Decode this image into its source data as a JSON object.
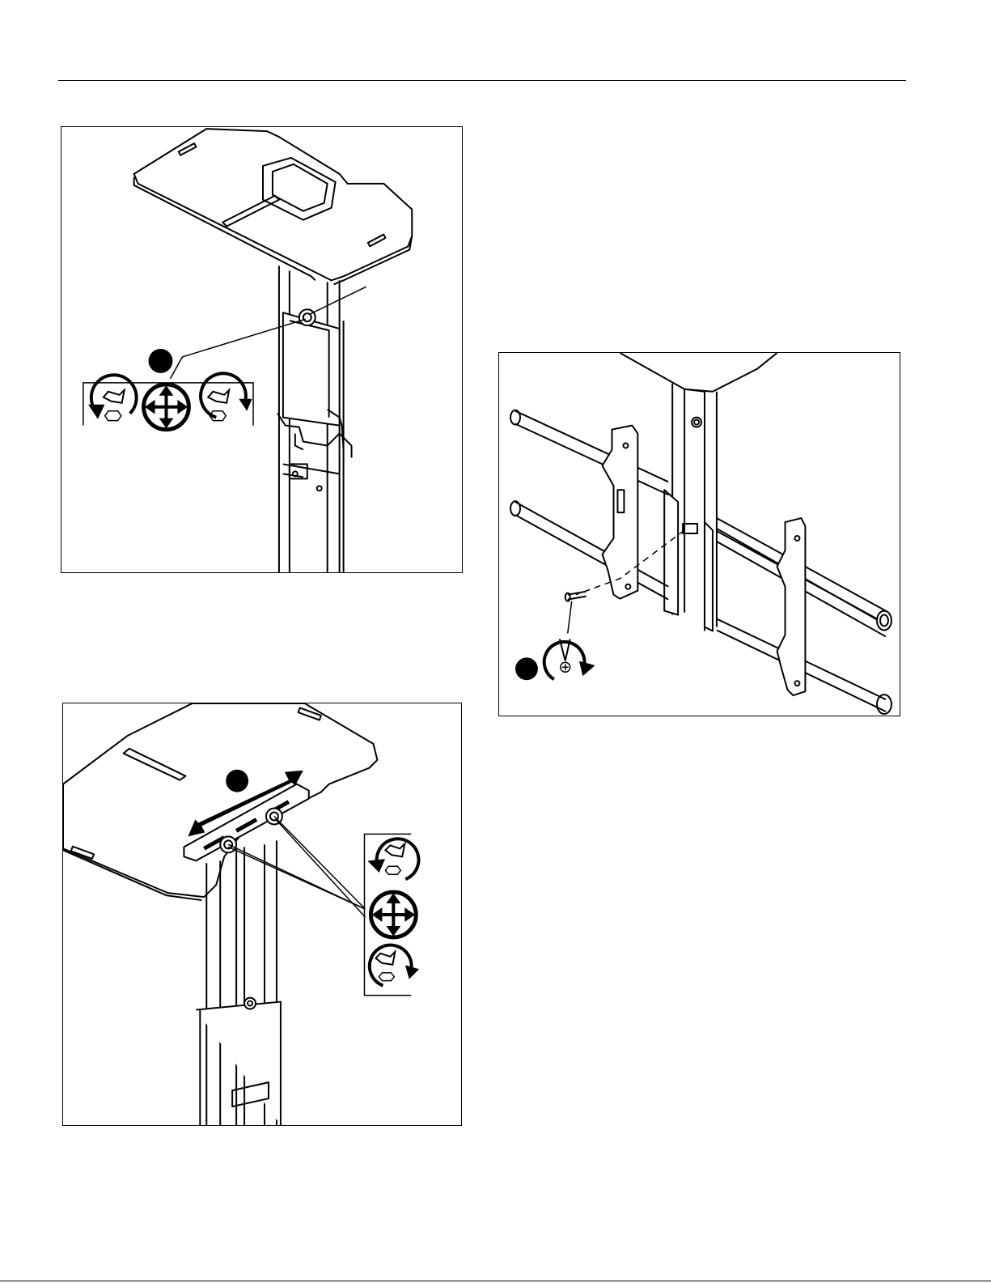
{
  "page": {
    "header_rule": true,
    "footer_rule": true
  },
  "figures": [
    {
      "id": "fig-a",
      "icons": [
        "loosen-icon",
        "adjust-icon",
        "tighten-icon"
      ],
      "callout": "step-marker"
    },
    {
      "id": "fig-b",
      "icons": [
        "loosen-icon",
        "adjust-icon",
        "tighten-icon"
      ],
      "callout": "step-marker"
    },
    {
      "id": "fig-c",
      "icons": [
        "screw-tighten-icon"
      ],
      "callout": "step-marker"
    }
  ],
  "colors": {
    "line": "#000000",
    "background": "#ffffff"
  }
}
